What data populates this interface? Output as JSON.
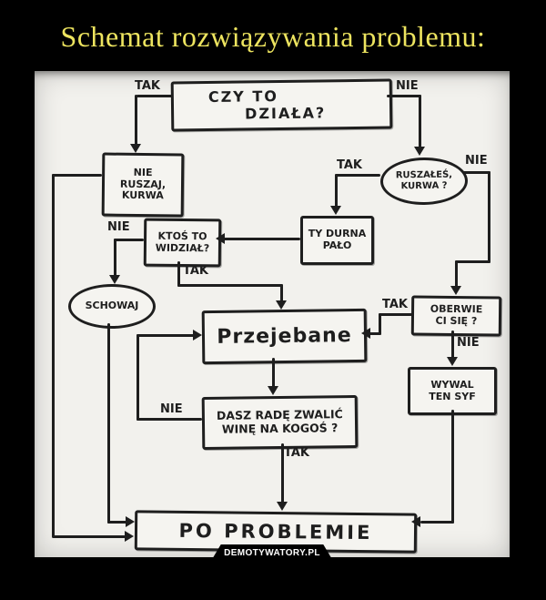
{
  "title": "Schemat rozwiązywania problemu:",
  "watermark": "DEMOTYWATORY.PL",
  "colors": {
    "background": "#000000",
    "title_text": "#ede45f",
    "paper": "#f2f1ed",
    "ink": "#1e1e1e"
  },
  "flowchart": {
    "labels": {
      "tak": "TAK",
      "nie": "NIE"
    },
    "nodes": {
      "czy_to_dziala": {
        "shape": "rect",
        "line1": "CZY TO",
        "line2": "DZIAŁA?"
      },
      "nie_ruszaj": {
        "shape": "rect",
        "line1": "NIE",
        "line2": "RUSZAJ,",
        "line3": "KURWA"
      },
      "ruszales": {
        "shape": "oval",
        "line1": "RUSZAŁEŚ,",
        "line2": "KURWA ?"
      },
      "ty_durna": {
        "shape": "rect",
        "line1": "TY DURNA",
        "line2": "PAŁO"
      },
      "ktos_to": {
        "shape": "rect",
        "line1": "KTOŚ TO",
        "line2": "WIDZIAŁ?"
      },
      "schowaj": {
        "shape": "oval",
        "line1": "SCHOWAJ"
      },
      "przejebane": {
        "shape": "rect",
        "line1": "Przejebane"
      },
      "oberwie": {
        "shape": "rect",
        "line1": "OBERWIE",
        "line2": "CI SIĘ ?"
      },
      "wywal": {
        "shape": "rect",
        "line1": "WYWAL",
        "line2": "TEN SYF"
      },
      "dasz_rade": {
        "shape": "rect",
        "line1": "DASZ RADĘ ZWALIĆ",
        "line2": "WINĘ NA KOGOŚ ?"
      },
      "po_problemie": {
        "shape": "rect",
        "line1": "PO PROBLEMIE"
      }
    },
    "edges": [
      {
        "from": "CZY TO DZIAŁA?",
        "to": "NIE RUSZAJ, KURWA",
        "label": "TAK"
      },
      {
        "from": "CZY TO DZIAŁA?",
        "to": "RUSZAŁEŚ, KURWA ?",
        "label": "NIE"
      },
      {
        "from": "RUSZAŁEŚ, KURWA ?",
        "to": "TY DURNA PAŁO",
        "label": "TAK"
      },
      {
        "from": "RUSZAŁEŚ, KURWA ?",
        "to": "OBERWIE CI SIĘ ?",
        "label": "NIE"
      },
      {
        "from": "TY DURNA PAŁO",
        "to": "KTOŚ TO WIDZIAŁ?",
        "label": ""
      },
      {
        "from": "KTOŚ TO WIDZIAŁ?",
        "to": "SCHOWAJ",
        "label": "NIE"
      },
      {
        "from": "KTOŚ TO WIDZIAŁ?",
        "to": "Przejebane",
        "label": "TAK"
      },
      {
        "from": "OBERWIE CI SIĘ ?",
        "to": "Przejebane",
        "label": "TAK"
      },
      {
        "from": "OBERWIE CI SIĘ ?",
        "to": "WYWAL TEN SYF",
        "label": "NIE"
      },
      {
        "from": "Przejebane",
        "to": "DASZ RADĘ ZWALIĆ WINĘ NA KOGOŚ ?",
        "label": ""
      },
      {
        "from": "DASZ RADĘ ZWALIĆ WINĘ NA KOGOŚ ?",
        "to": "Przejebane",
        "label": "NIE"
      },
      {
        "from": "DASZ RADĘ ZWALIĆ WINĘ NA KOGOŚ ?",
        "to": "PO PROBLEMIE",
        "label": "TAK"
      },
      {
        "from": "NIE RUSZAJ, KURWA",
        "to": "PO PROBLEMIE",
        "label": ""
      },
      {
        "from": "SCHOWAJ",
        "to": "PO PROBLEMIE",
        "label": ""
      },
      {
        "from": "WYWAL TEN SYF",
        "to": "PO PROBLEMIE",
        "label": ""
      }
    ]
  }
}
